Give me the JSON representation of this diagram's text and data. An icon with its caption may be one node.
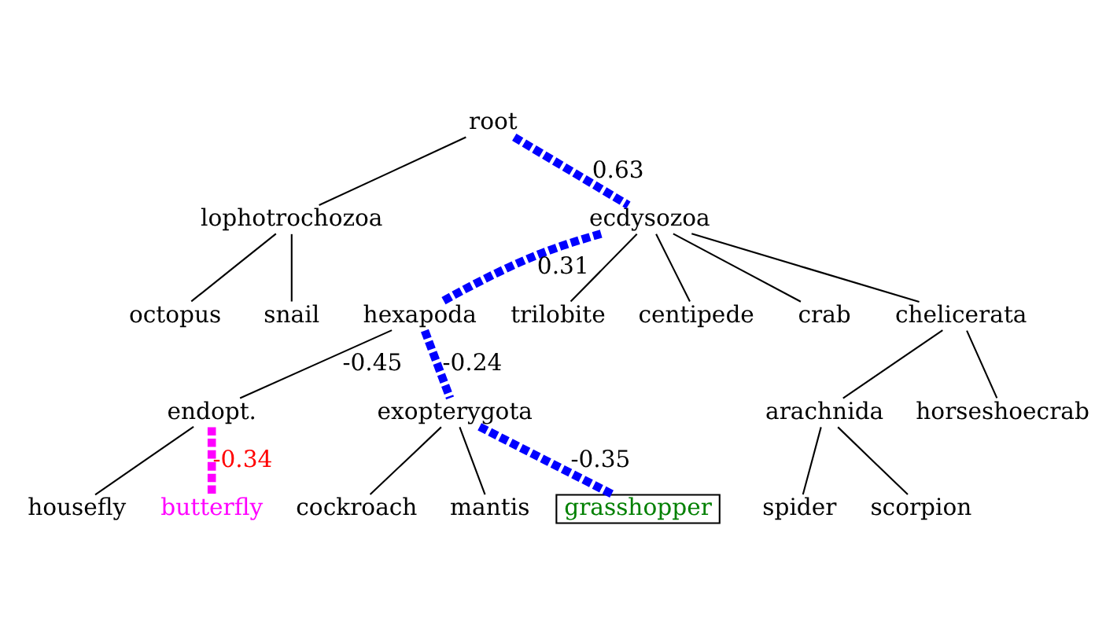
{
  "diagram": {
    "nodes": [
      {
        "text": [
          "root"
        ]
      },
      {
        "text": [
          "lophotrochozoa"
        ]
      },
      {
        "text": [
          "ecdysozoa"
        ]
      },
      {
        "text": [
          "octopus"
        ]
      },
      {
        "text": [
          "snail"
        ]
      },
      {
        "text": [
          "hexapoda"
        ]
      },
      {
        "text": [
          "trilobite"
        ]
      },
      {
        "text": [
          "centipede"
        ]
      },
      {
        "text": [
          "crab"
        ]
      },
      {
        "text": [
          "chelicerata"
        ]
      },
      {
        "text": [
          "endopt."
        ]
      },
      {
        "text": [
          "arachnida"
        ]
      },
      {
        "text": [
          "exopterygota"
        ]
      },
      {
        "text": [
          "housefly"
        ]
      },
      {
        "text": [
          "butterfly"
        ]
      },
      {
        "text": [
          "cockroach"
        ]
      },
      {
        "text": [
          "mantis"
        ]
      },
      {
        "text": [
          "spider"
        ]
      },
      {
        "text": [
          "scorpion"
        ]
      },
      {
        "text": [
          "grasshopper"
        ]
      },
      {
        "text": [
          "horseshoecrab"
        ]
      }
    ],
    "edges": [
      {
        "from": 0,
        "to": 1,
        "arrow": "none"
      },
      {
        "from": 0,
        "to": 2,
        "arrow": "none",
        "label": "0.63",
        "style": "dashed",
        "color": "#0000ff"
      },
      {
        "from": 1,
        "to": 3,
        "arrow": "none"
      },
      {
        "from": 1,
        "to": 4,
        "arrow": "none"
      },
      {
        "from": 2,
        "to": 5,
        "arrow": "none",
        "label": "0.31",
        "style": "dashed",
        "color": "#0000ff"
      },
      {
        "from": 2,
        "to": 6,
        "arrow": "none"
      },
      {
        "from": 2,
        "to": 7,
        "arrow": "none"
      },
      {
        "from": 2,
        "to": 8,
        "arrow": "none"
      },
      {
        "from": 2,
        "to": 9,
        "arrow": "none"
      },
      {
        "from": 5,
        "to": 12,
        "arrow": "none",
        "label": "-0.24",
        "style": "dashed",
        "color": "#0000ff"
      },
      {
        "from": 5,
        "to": 10,
        "arrow": "none",
        "label": "-0.45"
      },
      {
        "from": 10,
        "to": 13,
        "arrow": "none"
      },
      {
        "from": 10,
        "to": 14,
        "arrow": "none",
        "label": "-0.34",
        "style": "dashed",
        "color": "#ff00ff"
      },
      {
        "from": 9,
        "to": 20,
        "arrow": "none"
      },
      {
        "from": 9,
        "to": 11,
        "arrow": "none"
      },
      {
        "from": 11,
        "to": 17,
        "arrow": "none"
      },
      {
        "from": 11,
        "to": 18,
        "arrow": "none"
      },
      {
        "from": 12,
        "to": 15,
        "arrow": "none"
      },
      {
        "from": 12,
        "to": 16,
        "arrow": "none"
      },
      {
        "from": 12,
        "to": 19,
        "arrow": "none",
        "label": "-0.35",
        "style": "dashed",
        "color": "#0000ff"
      }
    ]
  }
}
